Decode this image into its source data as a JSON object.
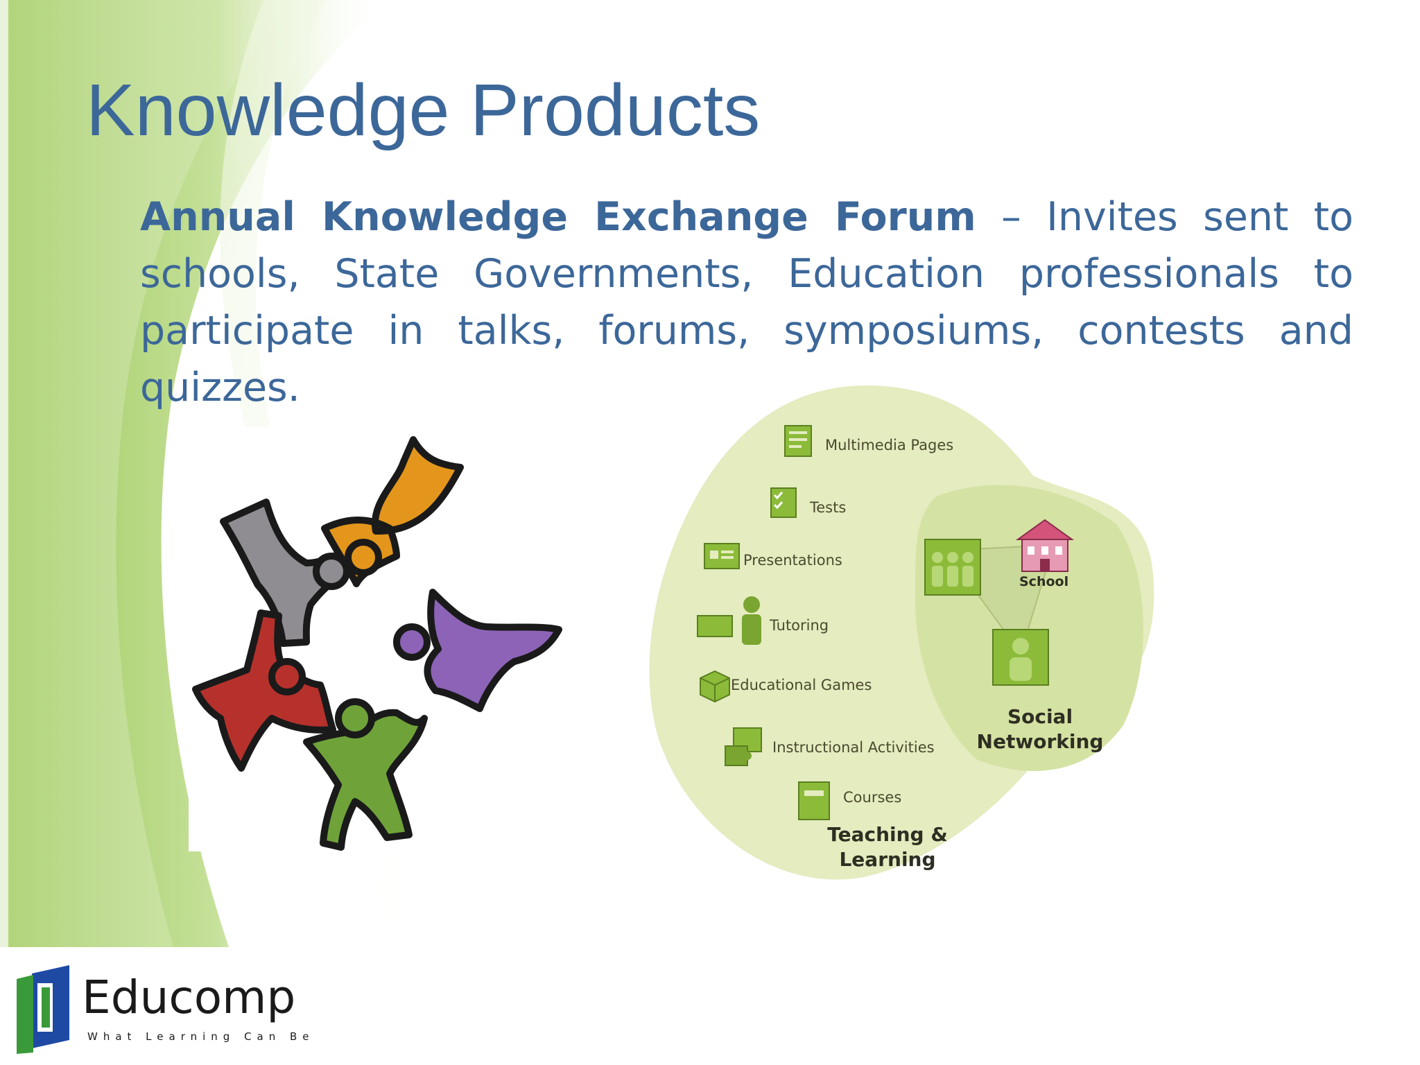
{
  "slide": {
    "title": "Knowledge Products",
    "body_lead": "Annual Knowledge Exchange Forum",
    "body_rest": " – Invites sent to schools, State Governments, Education professionals to participate in talks, forums, symposiums, contests and quizzes."
  },
  "diagram": {
    "items": [
      "Multimedia Pages",
      "Tests",
      "Presentations",
      "Tutoring",
      "Educational Games",
      "Instructional Activities",
      "Courses"
    ],
    "teaching_heading_line1": "Teaching &",
    "teaching_heading_line2": "Learning",
    "social_heading_line1": "Social",
    "social_heading_line2": "Networking",
    "school_label": "School"
  },
  "logo": {
    "name": "Educomp",
    "tagline": "What Learning Can Be"
  },
  "colors": {
    "title": "#3c6799",
    "swoosh": "#a9cf6a",
    "diagram_fill": "#e8efc8",
    "icon_green": "#8cbb3a"
  },
  "icons": [
    "people-circle-clipart",
    "document-icon",
    "checklist-icon",
    "presentation-icon",
    "tutor-icon",
    "cube-icon",
    "puzzle-icon",
    "book-icon",
    "group-icon",
    "person-icon",
    "school-building-icon",
    "educomp-logo-mark"
  ]
}
